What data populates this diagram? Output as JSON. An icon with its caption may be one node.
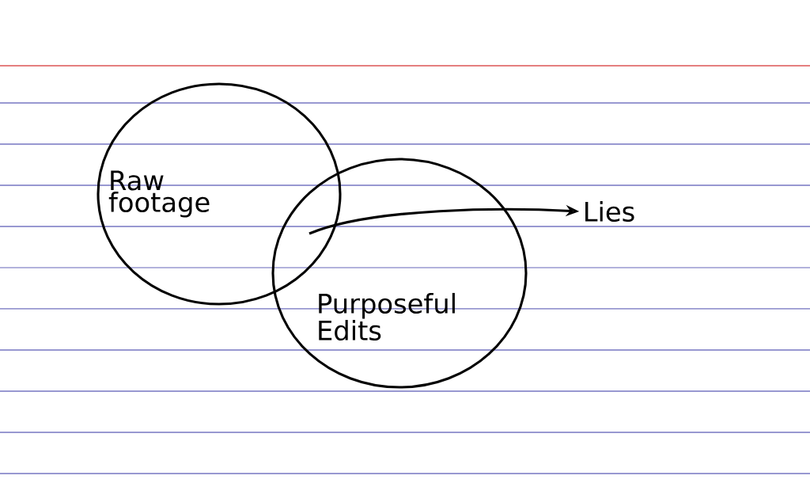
{
  "diagram": {
    "nodes": [
      {
        "text": [
          "Raw footage"
        ]
      },
      {
        "text": [
          "Purposeful Edits"
        ]
      },
      {
        "text": [
          "Lies"
        ]
      }
    ],
    "edges": [
      {
        "from": 0,
        "to": 2,
        "arrow": "to"
      },
      {
        "from": 1,
        "to": 2,
        "arrow": "to"
      }
    ]
  }
}
